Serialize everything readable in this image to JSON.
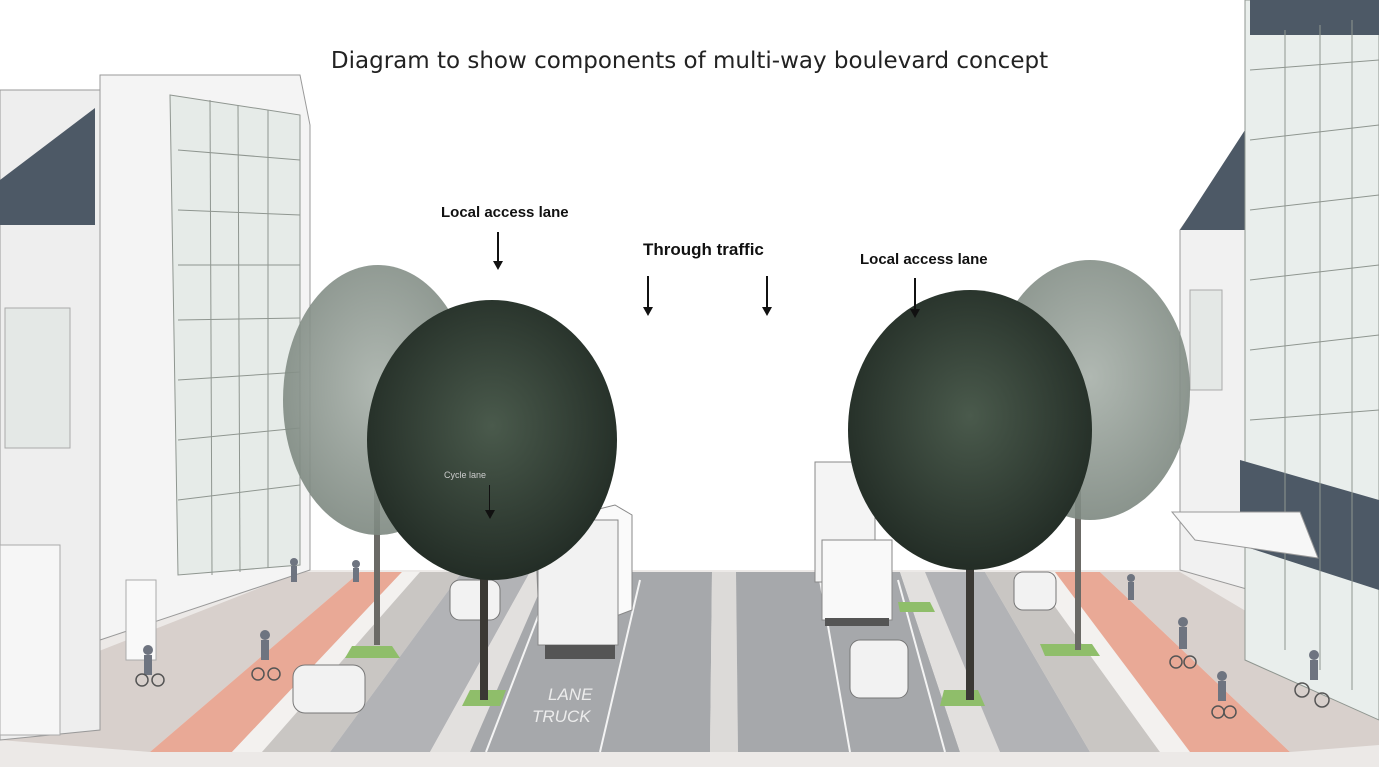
{
  "title": "Diagram to show components of multi-way boulevard concept",
  "labels": {
    "local_access_left": "Local access lane",
    "through_traffic": "Through traffic",
    "local_access_right": "Local access lane",
    "cycle_lane_tag": "Cycle lane"
  },
  "road_marking": {
    "line1": "LANE",
    "line2": "TRUCK"
  },
  "colors": {
    "cycle_lane": "#e9a996",
    "sidewalk": "#d9d2cf",
    "road": "#a6a8ab",
    "planting": "#8fbe6a",
    "building_dark": "#4d5966",
    "tree_front": "#2f3b33",
    "tree_back": "#8d9990"
  }
}
